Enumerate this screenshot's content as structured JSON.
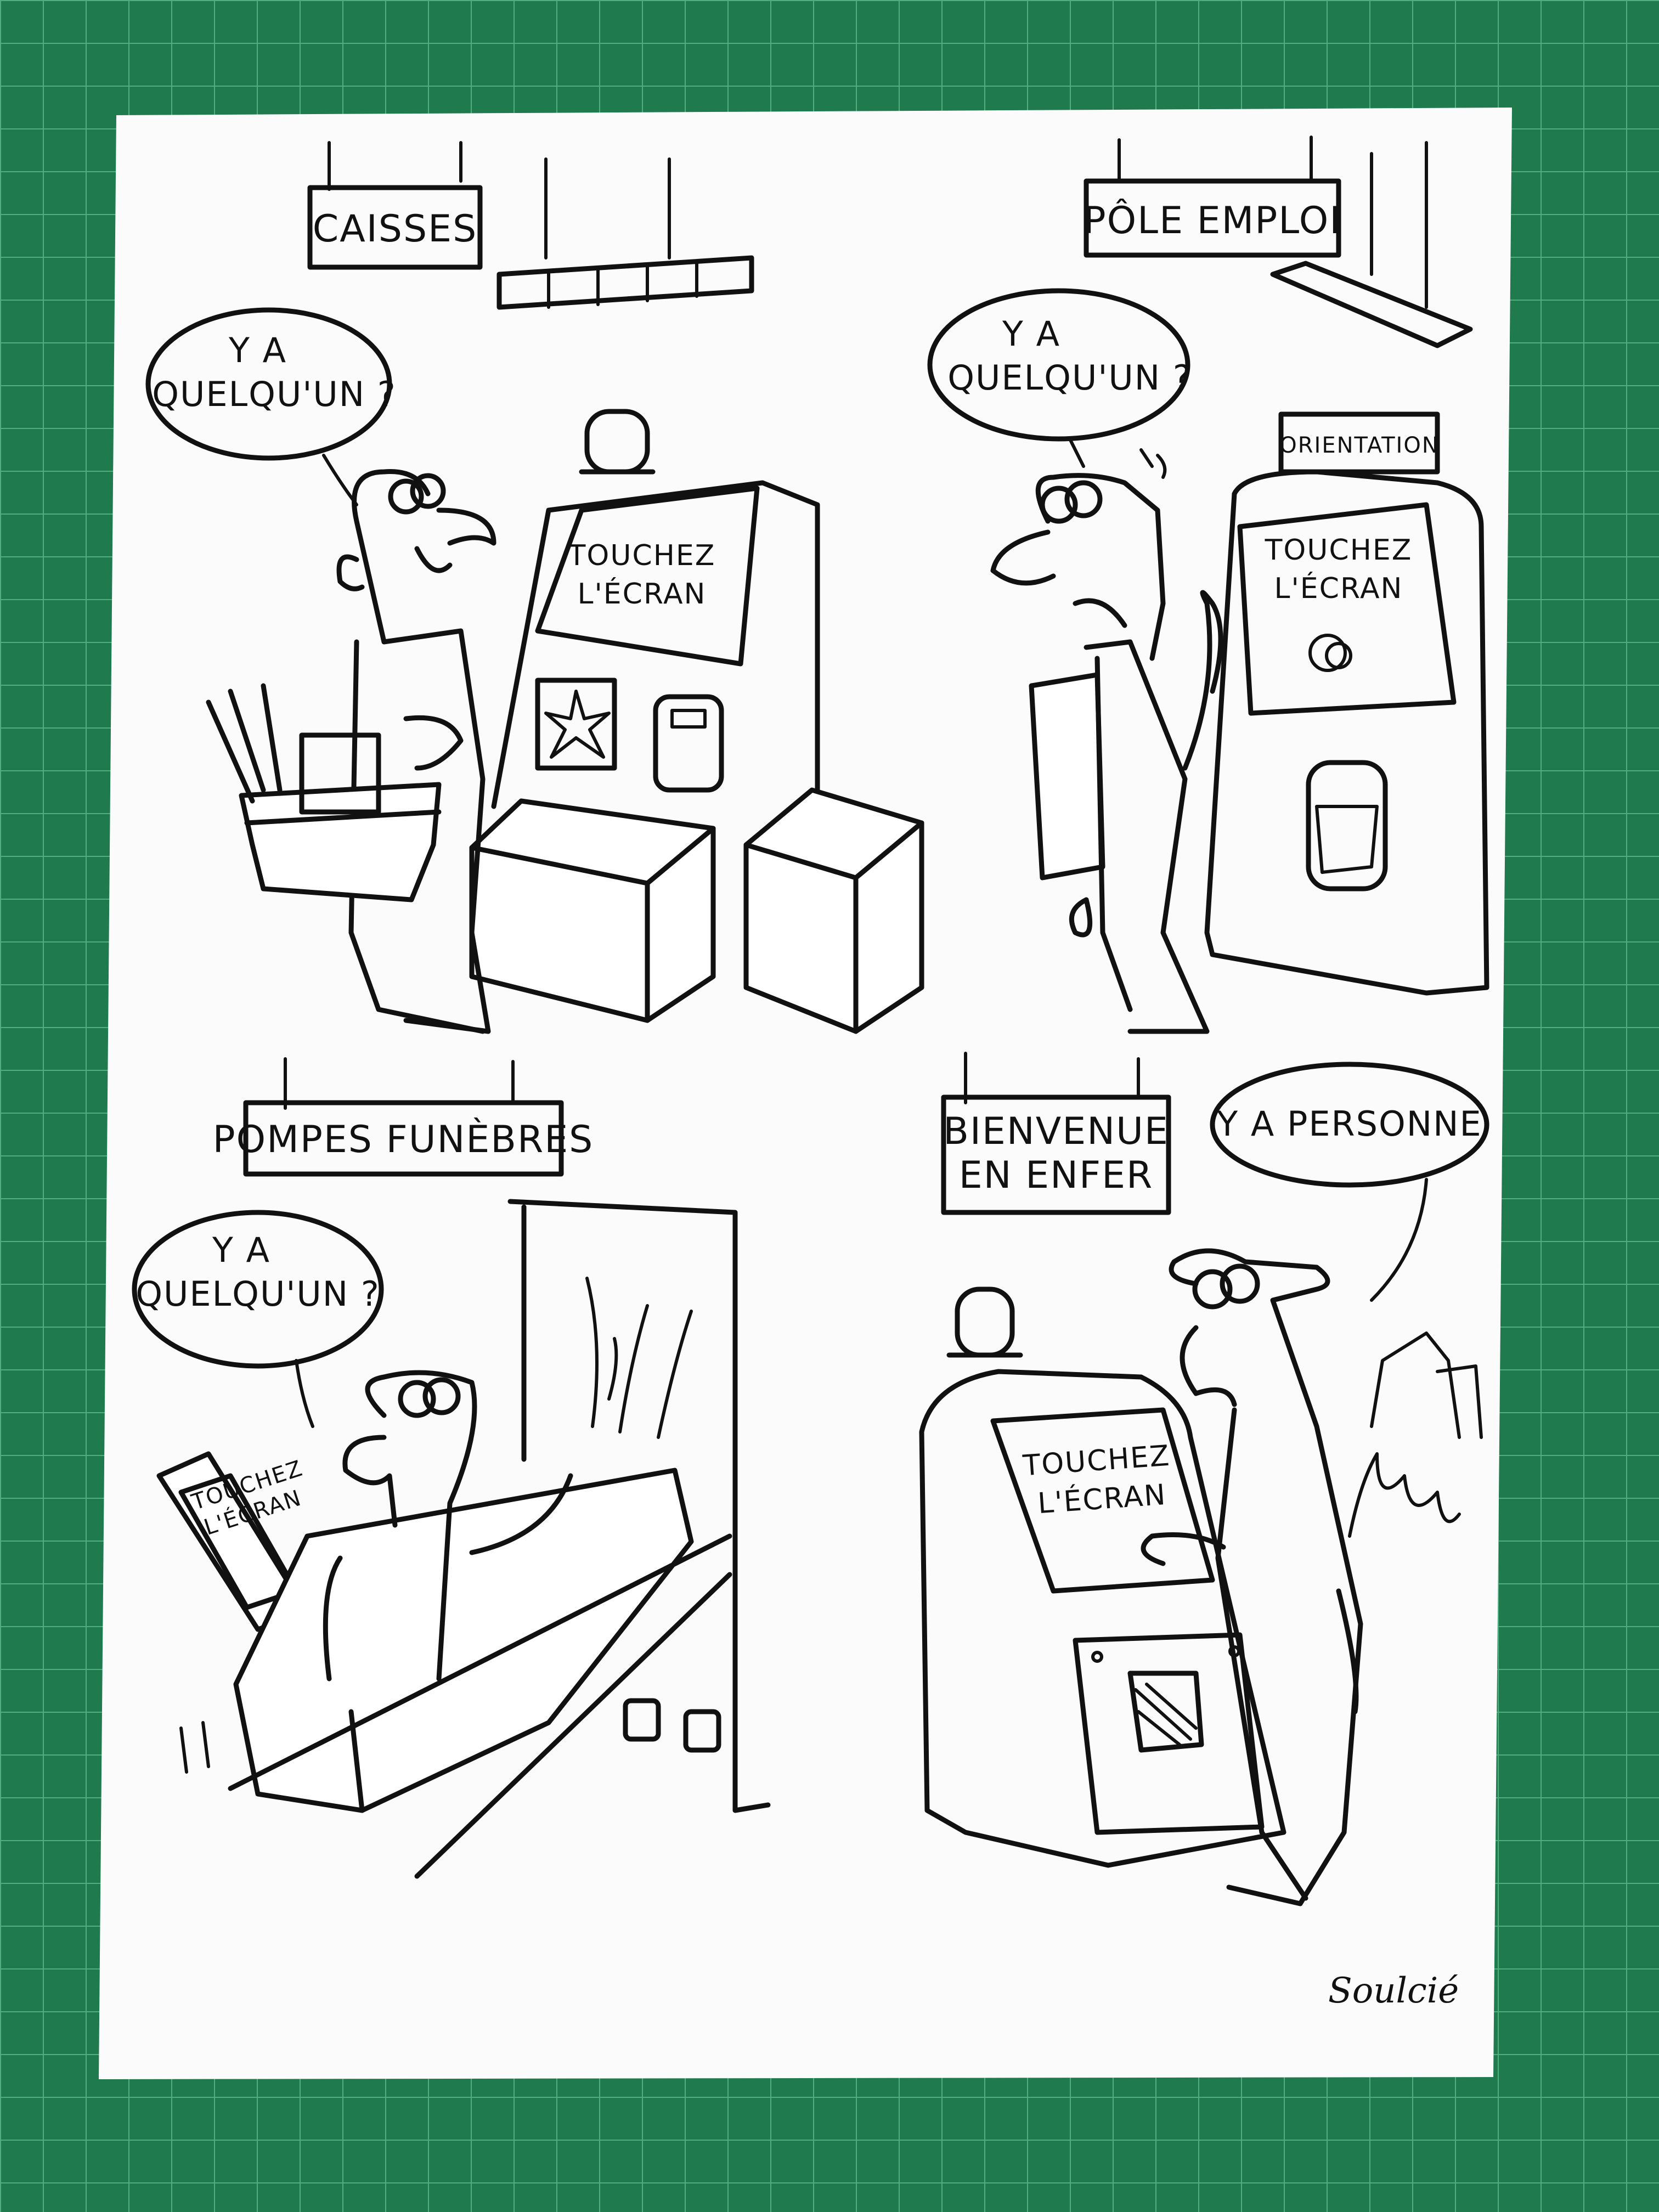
{
  "artwork": {
    "background": {
      "mat_color": "#1f7a4d",
      "grid_color": "#4fb07e",
      "paper_color": "#fbfbfb",
      "ink_color": "#111111"
    },
    "signature": "Soulcié",
    "panels": [
      {
        "sign": "CAISSES",
        "bubble": [
          "Y A",
          "QUELQU'UN ?"
        ],
        "screen": [
          "TOUCHEZ",
          "L'ÉCRAN"
        ]
      },
      {
        "sign": "PÔLE EMPLOI",
        "machine_label": "ORIENTATION",
        "bubble": [
          "Y A",
          "QUELQU'UN ?"
        ],
        "screen": [
          "TOUCHEZ",
          "L'ÉCRAN"
        ]
      },
      {
        "sign": "POMPES FUNÈBRES",
        "bubble": [
          "Y A",
          "QUELQU'UN ?"
        ],
        "screen": [
          "TOUCHEZ",
          "L'ÉCRAN"
        ]
      },
      {
        "sign": [
          "BIENVENUE",
          "EN ENFER"
        ],
        "bubble": [
          "Y A PERSONNE"
        ],
        "screen": [
          "TOUCHEZ",
          "L'ÉCRAN"
        ]
      }
    ]
  }
}
